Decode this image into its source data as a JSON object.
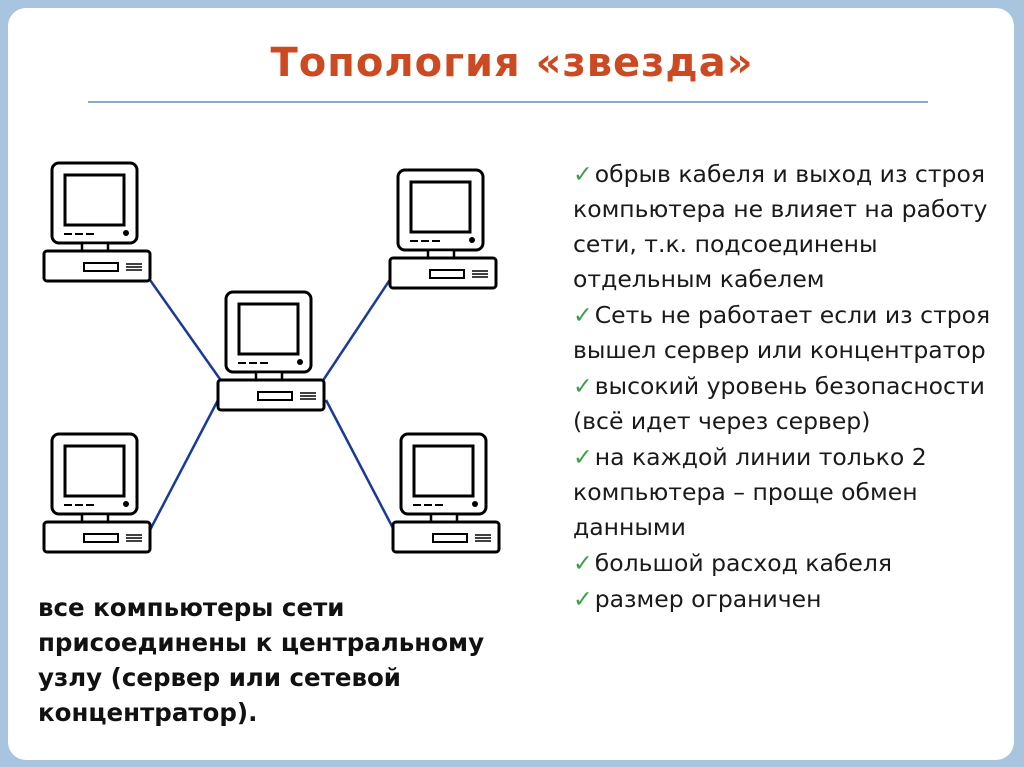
{
  "title": "Топология «звезда»",
  "description": "все компьютеры сети присоединены к центральному узлу (сервер или сетевой концентратор).",
  "features": [
    "обрыв кабеля и выход из строя компьютера не влияет на работу сети, т.к. подсоединены отдельным кабелем",
    "Сеть не работает если из строя вышел сервер или концентратор",
    "высокий уровень безопасности (всё идет через сервер)",
    "на каждой линии только 2 компьютера – проще обмен данными",
    "большой расход кабеля",
    "размер ограничен"
  ],
  "diagram": {
    "nodes": [
      "pc-top-left",
      "pc-top-right",
      "hub-center",
      "pc-bottom-left",
      "pc-bottom-right"
    ],
    "cable_color": "#1a3a9a"
  },
  "colors": {
    "title": "#cc4a22",
    "check": "#3ca04a",
    "frame": "#a9c4de"
  }
}
